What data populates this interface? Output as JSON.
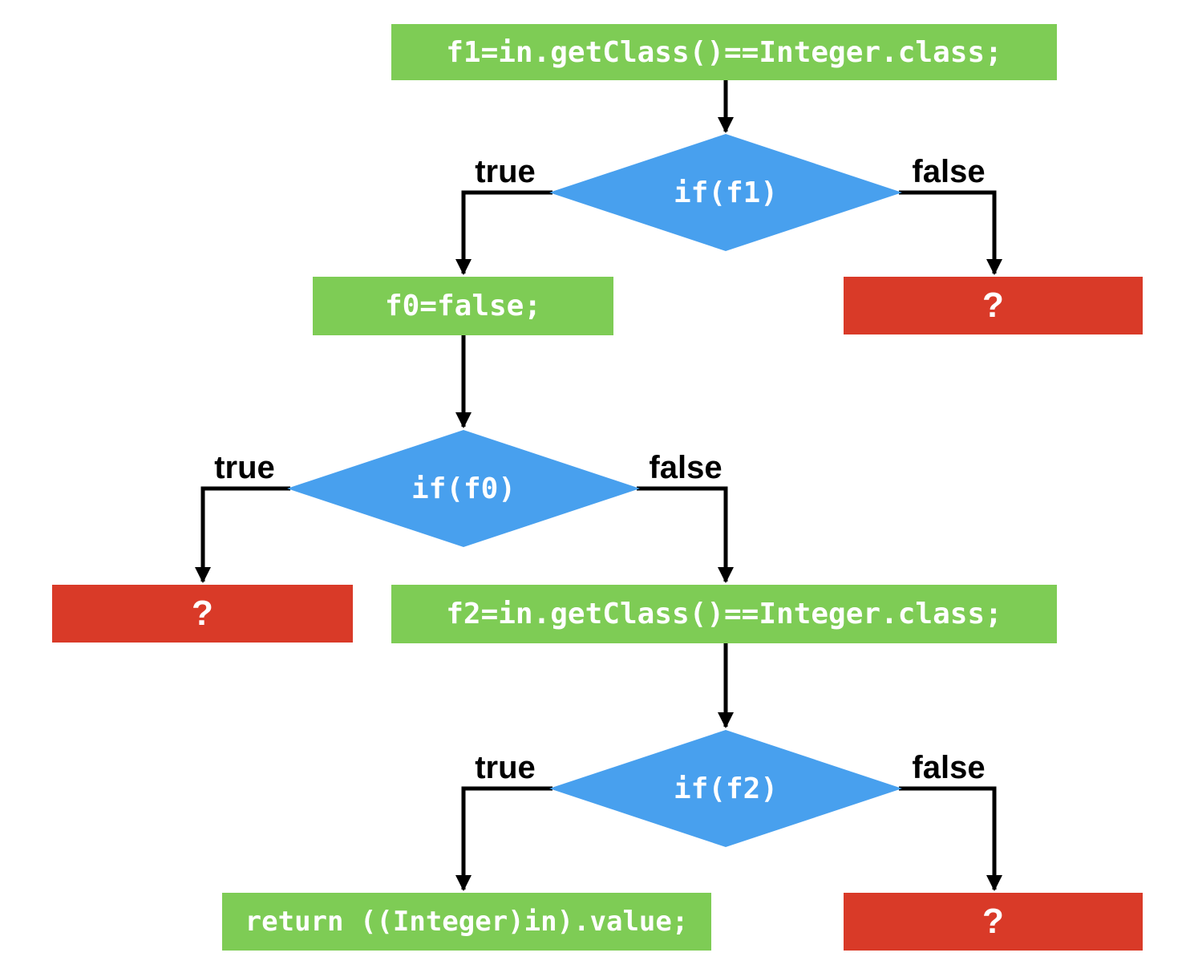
{
  "diagram": {
    "type": "flowchart",
    "nodes": {
      "stmt_f1": {
        "label": "f1=in.getClass()==Integer.class;",
        "kind": "process"
      },
      "decision_f1": {
        "label": "if(f1)",
        "kind": "decision"
      },
      "stmt_f0": {
        "label": "f0=false;",
        "kind": "process"
      },
      "unknown_f1_false": {
        "label": "?",
        "kind": "unknown"
      },
      "decision_f0": {
        "label": "if(f0)",
        "kind": "decision"
      },
      "unknown_f0_true": {
        "label": "?",
        "kind": "unknown"
      },
      "stmt_f2": {
        "label": "f2=in.getClass()==Integer.class;",
        "kind": "process"
      },
      "decision_f2": {
        "label": "if(f2)",
        "kind": "decision"
      },
      "stmt_return": {
        "label": "return ((Integer)in).value;",
        "kind": "process"
      },
      "unknown_f2_false": {
        "label": "?",
        "kind": "unknown"
      }
    },
    "branch_labels": {
      "true": "true",
      "false": "false"
    },
    "colors": {
      "process": "#7ECC55",
      "decision": "#48A0EE",
      "unknown": "#D93A28",
      "connector": "#000000",
      "node_text": "#FFFFFF",
      "branch_text": "#000000",
      "background": "#FFFFFF"
    }
  }
}
